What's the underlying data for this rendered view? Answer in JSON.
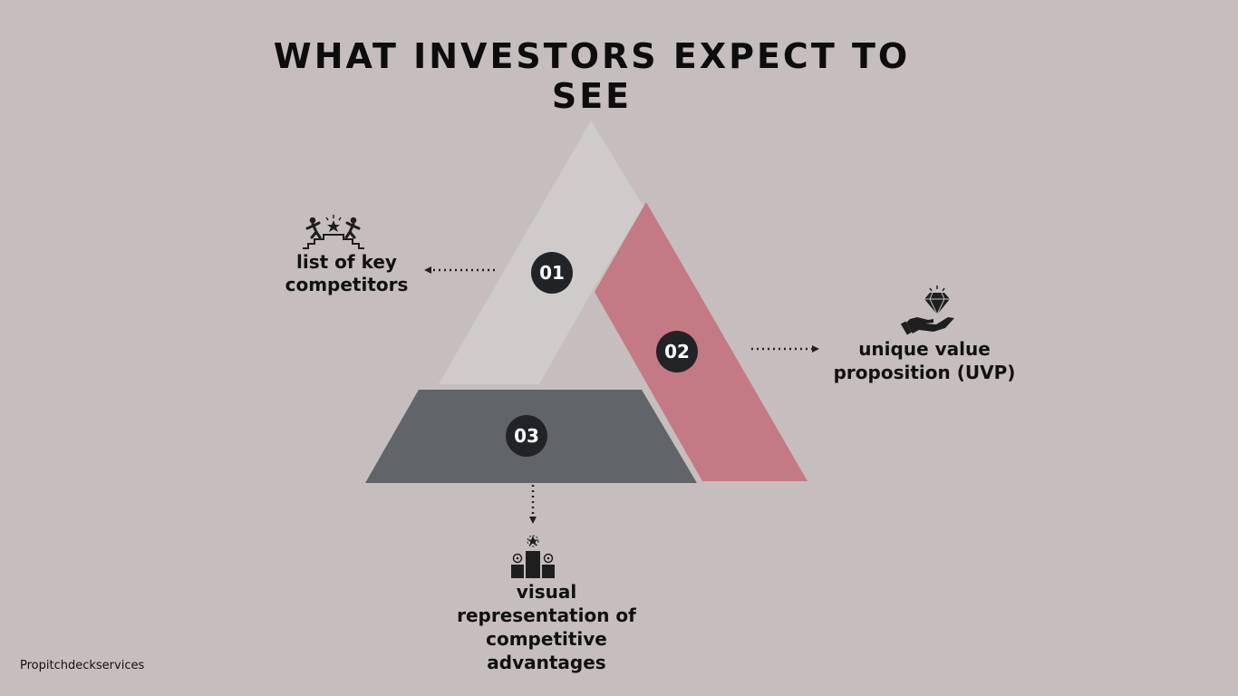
{
  "title": "WHAT INVESTORS EXPECT TO SEE",
  "steps": [
    {
      "number": "01",
      "label": "list of key competitors",
      "icon": "competitors-podium-icon",
      "color": "#cfcbcb"
    },
    {
      "number": "02",
      "label": "unique value proposition (UVP)",
      "icon": "diamond-hand-icon",
      "color": "#c47a84"
    },
    {
      "number": "03",
      "label": "visual representation of competitive advantages",
      "icon": "podium-star-icon",
      "color": "#616468"
    }
  ],
  "badge_color": "#212326",
  "footer": "Propitchdeckservices"
}
